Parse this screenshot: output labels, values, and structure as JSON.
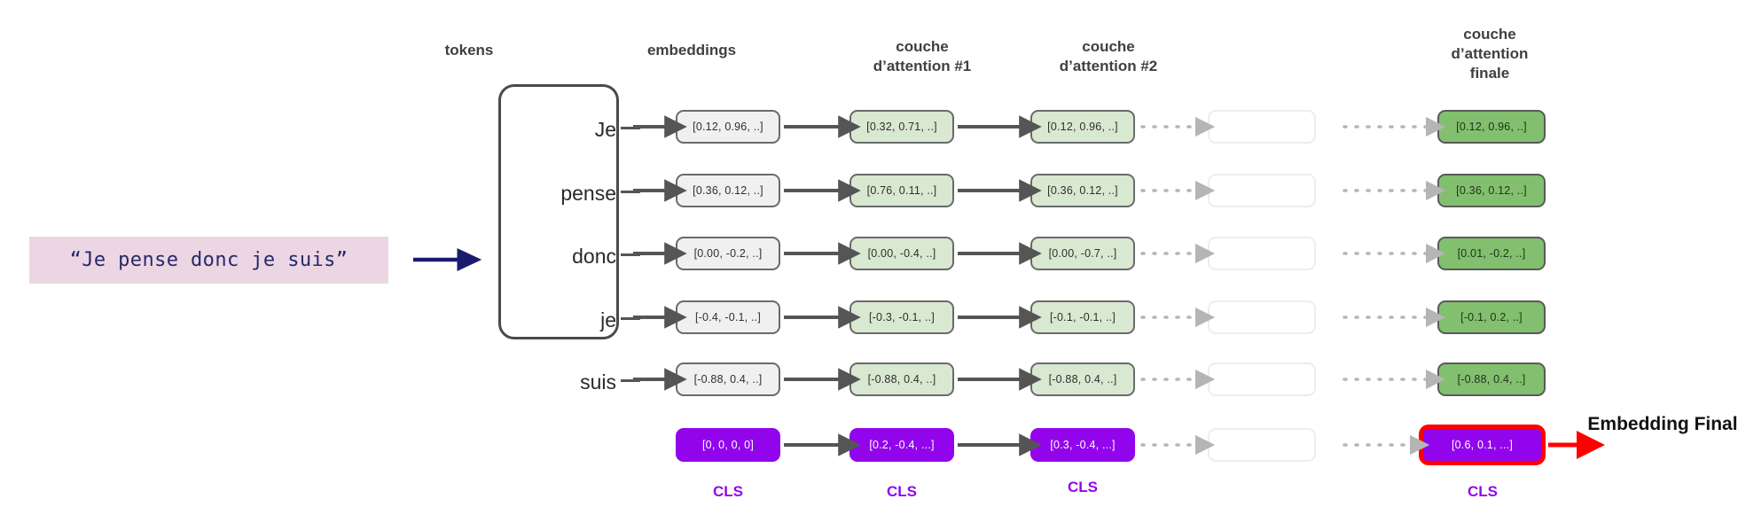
{
  "input": {
    "sentence": "“Je pense donc je suis”",
    "box_color": "#edd6e3",
    "text_color": "#252a6b",
    "arrow_color": "#1b1b6e"
  },
  "columns": [
    {
      "id": "tokens",
      "header": "tokens"
    },
    {
      "id": "embeddings",
      "header": "embeddings"
    },
    {
      "id": "attention1",
      "header": "couche\nd’attention #1"
    },
    {
      "id": "attention2",
      "header": "couche\nd’attention #2"
    },
    {
      "id": "hidden",
      "header": ""
    },
    {
      "id": "attention_f",
      "header": "couche\nd’attention\nfinale"
    }
  ],
  "tokens": [
    "Je",
    "pense",
    "donc",
    "je",
    "suis"
  ],
  "rows": [
    {
      "token": "Je",
      "embeddings": "[0.12, 0.96, ..]",
      "attention1": "[0.32, 0.71, ..]",
      "attention2": "[0.12, 0.96, ..]",
      "hidden": "",
      "final": "[0.12, 0.96, ..]"
    },
    {
      "token": "pense",
      "embeddings": "[0.36, 0.12, ..]",
      "attention1": "[0.76, 0.11, ..]",
      "attention2": "[0.36, 0.12, ..]",
      "hidden": "",
      "final": "[0.36, 0.12, ..]"
    },
    {
      "token": "donc",
      "embeddings": "[0.00, -0.2, ..]",
      "attention1": "[0.00, -0.4, ..]",
      "attention2": "[0.00, -0.7, ..]",
      "hidden": "",
      "final": "[0.01, -0.2, ..]"
    },
    {
      "token": "je",
      "embeddings": "[-0.4, -0.1, ..]",
      "attention1": "[-0.3, -0.1, ..]",
      "attention2": "[-0.1, -0.1, ..]",
      "hidden": "",
      "final": "[-0.1, 0.2, ..]"
    },
    {
      "token": "suis",
      "embeddings": "[-0.88, 0.4, ..]",
      "attention1": "[-0.88, 0.4, ..]",
      "attention2": "[-0.88, 0.4, ..]",
      "hidden": "",
      "final": "[-0.88, 0.4, ..]"
    }
  ],
  "cls_row": {
    "embeddings": "[0, 0, 0, 0]",
    "attention1": "[0.2, -0.4, ...]",
    "attention2": "[0.3, -0.4, ...]",
    "hidden": "",
    "final": "[0.6, 0.1, ...]",
    "labels": [
      "CLS",
      "CLS",
      "CLS",
      "CLS"
    ],
    "color": "#9205ec",
    "highlight_color": "#ff0000"
  },
  "output": {
    "label": "Embedding\nFinal",
    "arrow_color": "#ff0000"
  },
  "palette": {
    "grey_cell": "#f0f0f0",
    "light_green_cell": "#d9e8d1",
    "dark_green_cell": "#82bf6e",
    "empty_cell_border": "#ededed",
    "solid_arrow": "#555555",
    "dotted_arrow": "#b5b5b5",
    "bracket": "#4a4a4a"
  }
}
